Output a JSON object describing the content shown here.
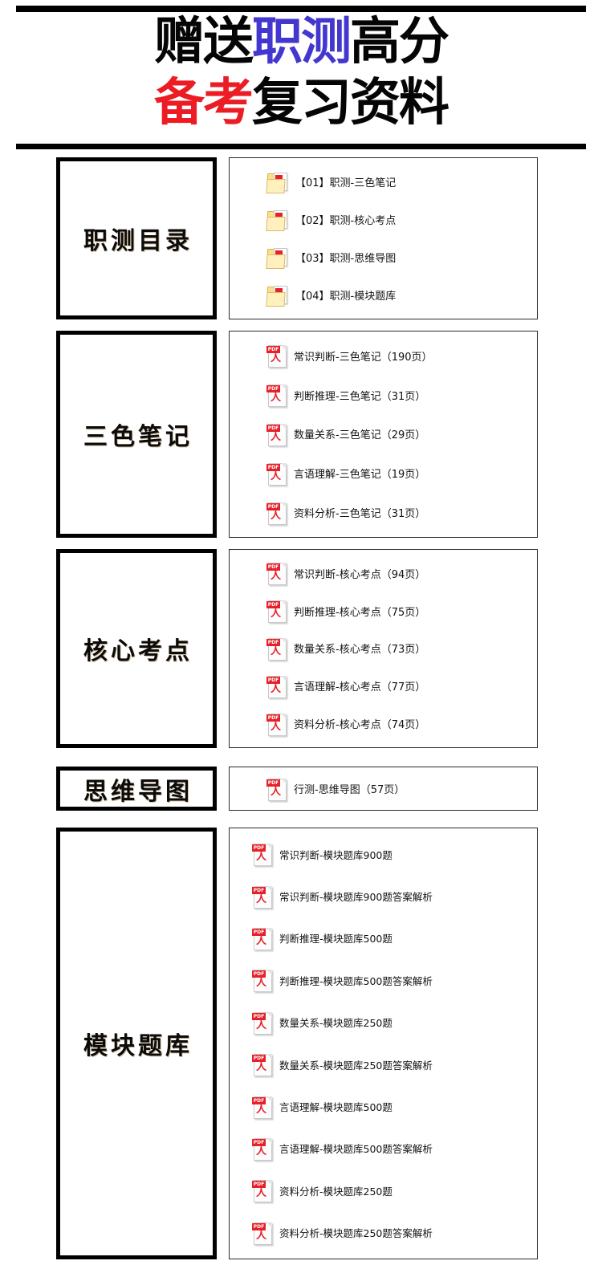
{
  "header": {
    "line1": [
      {
        "text": "赠送",
        "color_name": "black",
        "color": "#050505"
      },
      {
        "text": "职测",
        "color_name": "blue",
        "color": "#4337cf"
      },
      {
        "text": "高分",
        "color_name": "black",
        "color": "#050505"
      }
    ],
    "line2": [
      {
        "text": "备考",
        "color_name": "red",
        "color": "#ec1c24"
      },
      {
        "text": "复习资料",
        "color_name": "black",
        "color": "#050505"
      }
    ],
    "full_title": "赠送职测高分备考复习资料"
  },
  "sections": [
    {
      "label": "职测目录",
      "icon": "folder-pdf-icon",
      "items": [
        {
          "name": "【01】职测-三色笔记"
        },
        {
          "name": "【02】职测-核心考点"
        },
        {
          "name": "【03】职测-思维导图"
        },
        {
          "name": "【04】职测-模块题库"
        }
      ]
    },
    {
      "label": "三色笔记",
      "icon": "pdf-icon",
      "items": [
        {
          "name": "常识判断-三色笔记（190页）"
        },
        {
          "name": "判断推理-三色笔记（31页）"
        },
        {
          "name": "数量关系-三色笔记（29页）"
        },
        {
          "name": "言语理解-三色笔记（19页）"
        },
        {
          "name": "资料分析-三色笔记（31页）"
        }
      ]
    },
    {
      "label": "核心考点",
      "icon": "pdf-icon",
      "items": [
        {
          "name": "常识判断-核心考点（94页）"
        },
        {
          "name": "判断推理-核心考点（75页）"
        },
        {
          "name": "数量关系-核心考点（73页）"
        },
        {
          "name": "言语理解-核心考点（77页）"
        },
        {
          "name": "资料分析-核心考点（74页）"
        }
      ]
    },
    {
      "label": "思维导图",
      "icon": "pdf-icon",
      "items": [
        {
          "name": "行测-思维导图（57页）"
        }
      ]
    },
    {
      "label": "模块题库",
      "icon": "pdf-icon",
      "items": [
        {
          "name": "常识判断-模块题库900题"
        },
        {
          "name": "常识判断-模块题库900题答案解析"
        },
        {
          "name": "判断推理-模块题库500题"
        },
        {
          "name": "判断推理-模块题库500题答案解析"
        },
        {
          "name": "数量关系-模块题库250题"
        },
        {
          "name": "数量关系-模块题库250题答案解析"
        },
        {
          "name": "言语理解-模块题库500题"
        },
        {
          "name": "言语理解-模块题库500题答案解析"
        },
        {
          "name": "资料分析-模块题库250题"
        },
        {
          "name": "资料分析-模块题库250题答案解析"
        }
      ]
    }
  ],
  "icon_labels": {
    "pdf_band": "PDF",
    "pdf_glyph": "人"
  }
}
